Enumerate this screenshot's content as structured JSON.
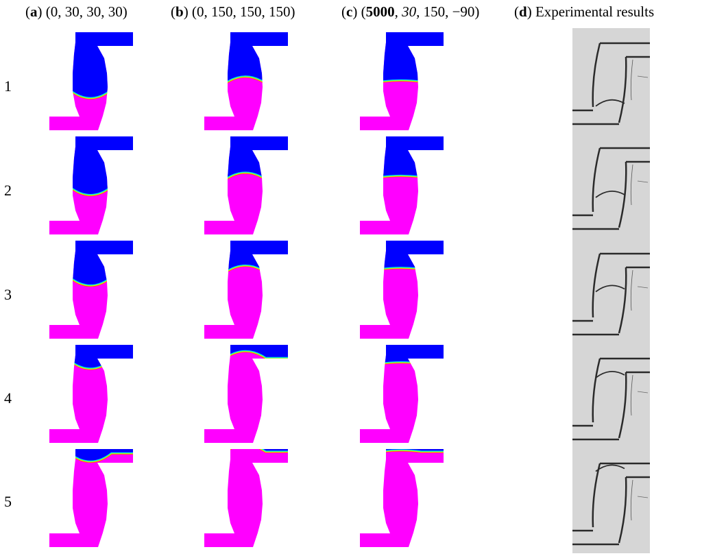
{
  "columns": [
    {
      "id": "a",
      "letter": "a",
      "pre": "(",
      "mid": ") (",
      "params": "0, 30, 30, 30",
      "post": ")"
    },
    {
      "id": "b",
      "letter": "b",
      "pre": "(",
      "mid": ") (",
      "params": "0, 150, 150, 150",
      "post": ")"
    },
    {
      "id": "c",
      "letter": "c",
      "pre": "(",
      "mid": ") (",
      "p_bold": "5000",
      "sep1": ", ",
      "p_italic": "30",
      "p_rest": ", 150, −90",
      "post": ")"
    },
    {
      "id": "d",
      "letter": "d",
      "pre": "(",
      "mid": ") ",
      "title": "Experimental results"
    }
  ],
  "rows": [
    "1",
    "2",
    "3",
    "4",
    "5"
  ],
  "colors": {
    "phase_top": "#0000ff",
    "phase_bottom": "#ff00ff",
    "interface_rings": [
      "#00d8ff",
      "#33ff66",
      "#ffee00",
      "#ff5500"
    ],
    "photo_background": "#d6d6d6",
    "photo_channel_wall": "#2a2a2a"
  },
  "interface_levels": {
    "a": [
      0.7,
      0.61,
      0.44,
      0.18,
      0.04
    ],
    "b": [
      0.62,
      0.52,
      0.38,
      0.15,
      0.02
    ],
    "c": [
      0.6,
      0.49,
      0.34,
      0.22,
      0.02
    ]
  }
}
